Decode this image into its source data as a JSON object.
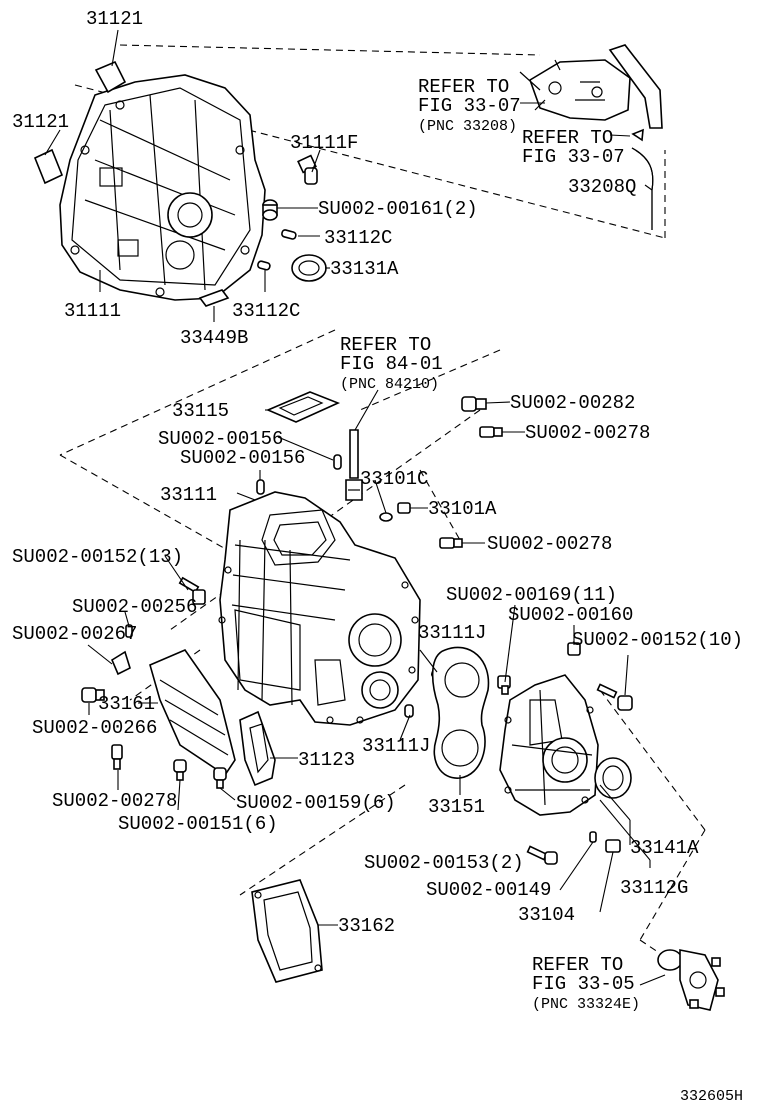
{
  "callouts": {
    "p31121_top": "31121",
    "p31121_left": "31121",
    "p31111F": "31111F",
    "p31111": "31111",
    "p33449B": "33449B",
    "p33112C_a": "33112C",
    "p33112C_b": "33112C",
    "p33131A": "33131A",
    "pSU00161": "SU002-00161(2)",
    "p33208Q": "33208Q",
    "p33115": "33115",
    "pSU00156_a": "SU002-00156",
    "pSU00156_b": "SU002-00156",
    "p33111": "33111",
    "pSU00282": "SU002-00282",
    "pSU00278_a": "SU002-00278",
    "p33101C": "33101C",
    "p33101A": "33101A",
    "pSU00278_b": "SU002-00278",
    "pSU00152_13": "SU002-00152(13)",
    "pSU00256": "SU002-00256",
    "pSU00267": "SU002-00267",
    "p33161": "33161",
    "pSU00266": "SU002-00266",
    "pSU00278_c": "SU002-00278",
    "pSU00151": "SU002-00151(6)",
    "pSU00159": "SU002-00159(6)",
    "p31123": "31123",
    "p33111J_a": "33111J",
    "p33111J_b": "33111J",
    "p33151": "33151",
    "pSU00169": "SU002-00169(11)",
    "pSU00160": "SU002-00160",
    "pSU00152_10": "SU002-00152(10)",
    "p33141A": "33141A",
    "p33112G": "33112G",
    "pSU00153": "SU002-00153(2)",
    "pSU00149": "SU002-00149",
    "p33104": "33104",
    "p33162": "33162"
  },
  "references": {
    "ref_33_07_a": {
      "line1": "REFER TO",
      "line2": "FIG 33-07",
      "line3": "(PNC 33208)"
    },
    "ref_33_07_b": {
      "line1": "REFER TO",
      "line2": "FIG 33-07"
    },
    "ref_84_01": {
      "line1": "REFER TO",
      "line2": "FIG 84-01",
      "line3": "(PNC 84210)"
    },
    "ref_33_05": {
      "line1": "REFER TO",
      "line2": "FIG 33-05",
      "line3": "(PNC 33324E)"
    }
  },
  "footer": {
    "diagram_code": "332605H"
  }
}
